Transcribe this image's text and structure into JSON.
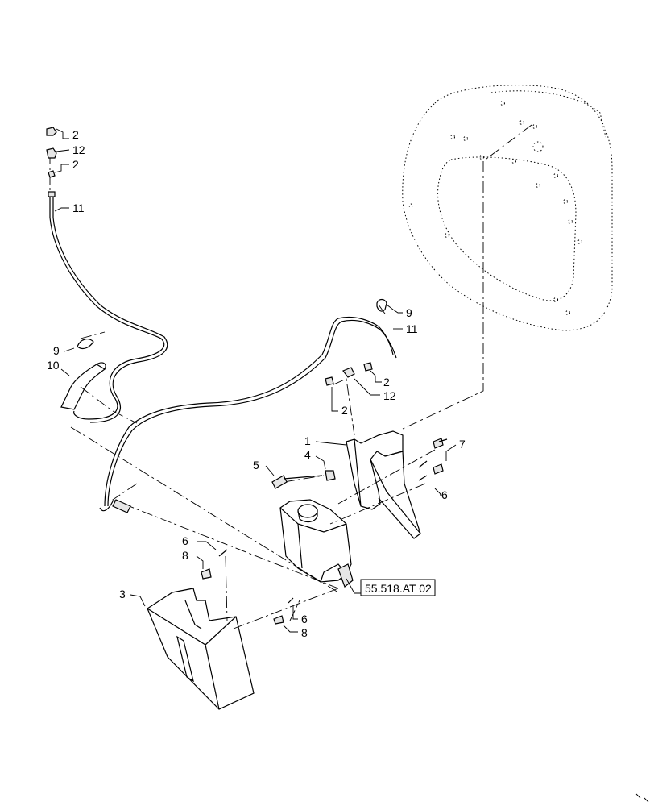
{
  "diagram": {
    "callouts": [
      {
        "id": "c-2-top",
        "text": "2"
      },
      {
        "id": "c-12-top",
        "text": "12"
      },
      {
        "id": "c-2-top-b",
        "text": "2"
      },
      {
        "id": "c-11-left",
        "text": "11"
      },
      {
        "id": "c-9-left",
        "text": "9"
      },
      {
        "id": "c-10",
        "text": "10"
      },
      {
        "id": "c-9-right",
        "text": "9"
      },
      {
        "id": "c-11-right",
        "text": "11"
      },
      {
        "id": "c-2-right-a",
        "text": "2"
      },
      {
        "id": "c-12-right",
        "text": "12"
      },
      {
        "id": "c-2-right-b",
        "text": "2"
      },
      {
        "id": "c-1",
        "text": "1"
      },
      {
        "id": "c-7",
        "text": "7"
      },
      {
        "id": "c-5",
        "text": "5"
      },
      {
        "id": "c-4",
        "text": "4"
      },
      {
        "id": "c-6-right",
        "text": "6"
      },
      {
        "id": "c-6-left",
        "text": "6"
      },
      {
        "id": "c-8-left",
        "text": "8"
      },
      {
        "id": "c-3",
        "text": "3"
      },
      {
        "id": "c-6-bottom",
        "text": "6"
      },
      {
        "id": "c-8-bottom",
        "text": "8"
      }
    ],
    "reference_box": {
      "text": "55.518.AT 02"
    }
  }
}
